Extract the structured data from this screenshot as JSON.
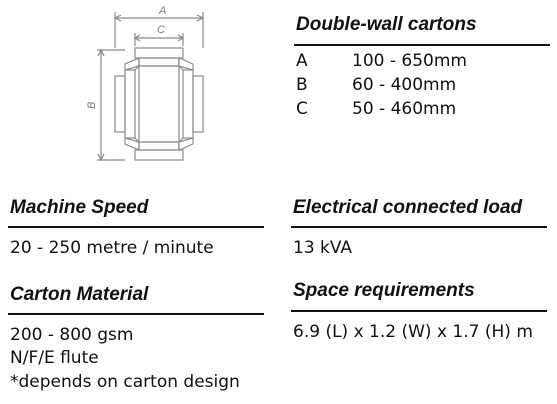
{
  "diagram": {
    "label_a": "A",
    "label_b": "B",
    "label_c": "C"
  },
  "double_wall": {
    "title": "Double-wall cartons",
    "rows": [
      {
        "letter": "A",
        "range": "100 - 650mm"
      },
      {
        "letter": "B",
        "range": "60 - 400mm"
      },
      {
        "letter": "C",
        "range": "50 - 460mm"
      }
    ]
  },
  "machine_speed": {
    "title": "Machine Speed",
    "value": "20 - 250 metre / minute"
  },
  "electrical": {
    "title": "Electrical connected load",
    "value": "13 kVA"
  },
  "carton_material": {
    "title": "Carton Material",
    "lines": [
      "200 - 800 gsm",
      "N/F/E flute",
      "*depends on carton design"
    ]
  },
  "space": {
    "title": "Space requirements",
    "value": "6.9 (L) x 1.2 (W) x 1.7 (H) m"
  }
}
